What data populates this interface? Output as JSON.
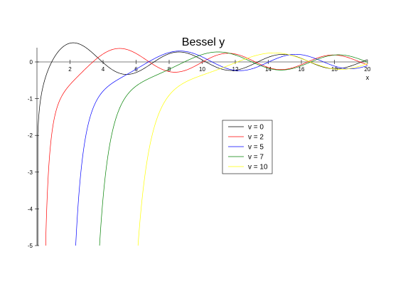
{
  "chart_data": {
    "type": "line",
    "title": "Bessel y",
    "xlabel": "x",
    "ylabel": "",
    "xlim": [
      0,
      20
    ],
    "ylim": [
      -5,
      0.3
    ],
    "xticks": [
      "2",
      "4",
      "6",
      "8",
      "10",
      "12",
      "14",
      "16",
      "18",
      "20"
    ],
    "yticks": [
      "0",
      "-1",
      "-2",
      "-3",
      "-4",
      "-5"
    ],
    "grid": false,
    "legend_position": "center-right",
    "series": [
      {
        "name": "v = 0",
        "order": 0,
        "color": "#000000"
      },
      {
        "name": "v = 2",
        "order": 2,
        "color": "#ff0000"
      },
      {
        "name": "v = 5",
        "order": 5,
        "color": "#0000ff"
      },
      {
        "name": "v = 7",
        "order": 7,
        "color": "#008000"
      },
      {
        "name": "v = 10",
        "order": 10,
        "color": "#ffff00"
      }
    ]
  }
}
